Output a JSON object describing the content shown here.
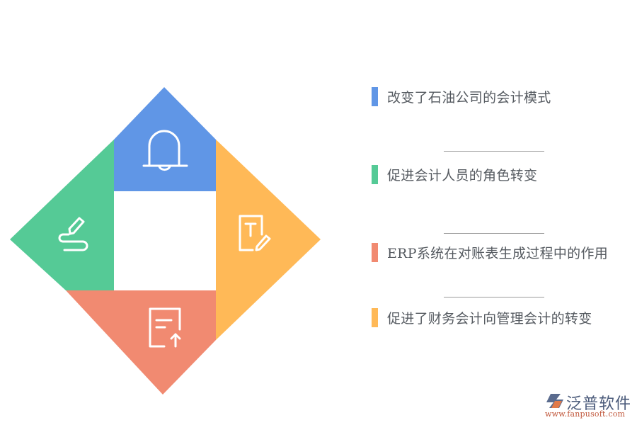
{
  "diagram": {
    "segments": [
      {
        "id": "top",
        "color": "#6096E6",
        "icon": "bell-icon"
      },
      {
        "id": "right",
        "color": "#FFB957",
        "icon": "text-edit-icon"
      },
      {
        "id": "bottom",
        "color": "#F18A71",
        "icon": "document-upload-icon"
      },
      {
        "id": "left",
        "color": "#55CA96",
        "icon": "signature-pen-icon"
      }
    ],
    "center_color": "#FFFFFF"
  },
  "items": [
    {
      "label": "改变了石油公司的会计模式",
      "color": "#6096E6"
    },
    {
      "label": "促进会计人员的角色转变",
      "color": "#55CA96"
    },
    {
      "label": "ERP系统在对账表生成过程中的作用",
      "color": "#F18A71"
    },
    {
      "label": "促进了财务会计向管理会计的转变",
      "color": "#FFB957"
    }
  ],
  "logo": {
    "name": "泛普软件",
    "url": "www.fanpusoft.com"
  }
}
